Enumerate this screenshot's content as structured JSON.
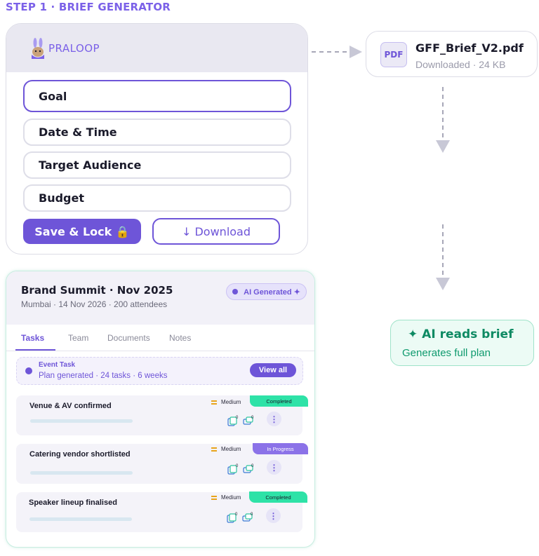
{
  "step_title": "STEP 1 · BRIEF GENERATOR",
  "brief": {
    "logo_text": "PRALOOP",
    "fields": [
      "Goal",
      "Date & Time",
      "Target Audience",
      "Budget"
    ],
    "save_label": "Save & Lock 🔒",
    "download_label": "↓ Download"
  },
  "pdf": {
    "badge": "PDF",
    "filename": "GFF_Brief_V2.pdf",
    "meta": "Downloaded · 24 KB"
  },
  "ai_card": {
    "title": "✦ AI reads brief",
    "subtitle": "Generates full plan"
  },
  "dashboard": {
    "title": "Brand Summit · Nov 2025",
    "subtitle": "Mumbai · 14 Nov 2026 · 200 attendees",
    "badge": "AI Generated ✦",
    "tabs": [
      "Tasks",
      "Team",
      "Documents",
      "Notes"
    ],
    "event": {
      "title": "Event Task",
      "subtitle": "Plan generated · 24 tasks · 6 weeks",
      "view_all": "View all"
    },
    "tasks": [
      {
        "name": "Venue & AV confirmed",
        "priority": "Medium",
        "status": "Completed"
      },
      {
        "name": "Catering vendor shortlisted",
        "priority": "Medium",
        "status": "In Progress"
      },
      {
        "name": "Speaker lineup finalised",
        "priority": "Medium",
        "status": "Completed"
      }
    ],
    "counts": {
      "comments": "0",
      "attachments": "0"
    },
    "more_icon": "more-vertical-icon"
  },
  "colors": {
    "accent": "#6e55d8",
    "completed": "#2ee2a7",
    "in_progress": "#8b72e8",
    "ai_green": "#0e8a63"
  }
}
